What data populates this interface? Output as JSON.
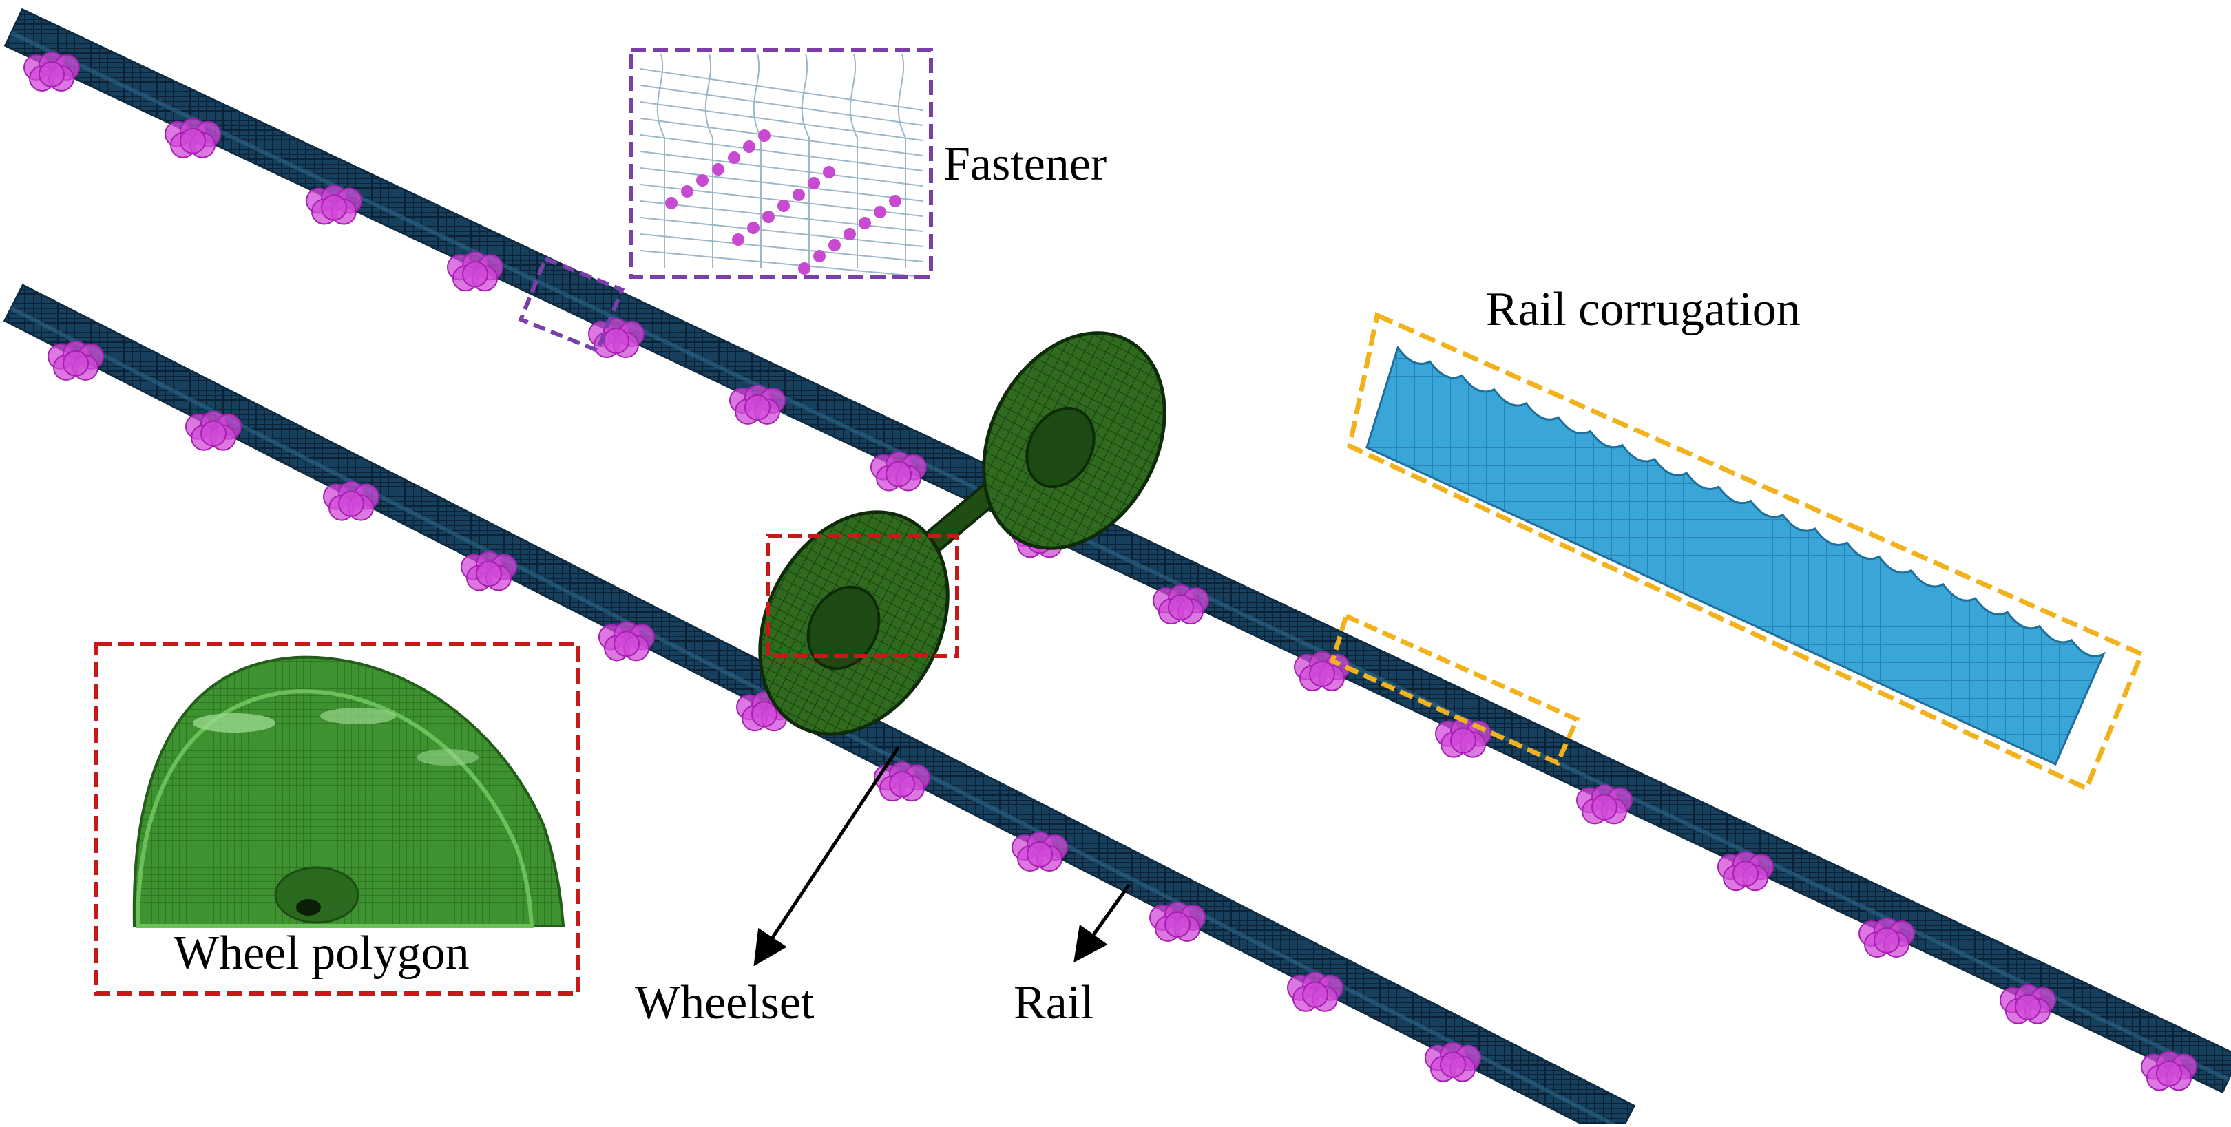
{
  "figure": {
    "labels": {
      "fastener": "Fastener",
      "rail_corrugation": "Rail corrugation",
      "wheel_polygon": "Wheel polygon",
      "wheelset": "Wheelset",
      "rail": "Rail"
    }
  },
  "colors": {
    "rail_dark": "#0f2c45",
    "rail_mid": "#1b4a6a",
    "rail_light": "#2b6688",
    "fastener_magenta": "#d24ad8",
    "wheelset_green": "#2f6a1e",
    "wheelset_dark": "#163f0e",
    "polygon_green": "#3e9230",
    "corrugation_blue": "#3aa6d8",
    "fastener_box": "#7a3fa8",
    "polygon_box": "#c81818",
    "corrugation_box": "#f1b21c",
    "arrow": "#000000"
  },
  "icons": {
    "fastener": "fastener-icon",
    "wheelset": "wheelset-icon",
    "wheel_polygon": "wheel-polygon-icon",
    "rail_corrugation": "rail-corrugation-icon"
  }
}
